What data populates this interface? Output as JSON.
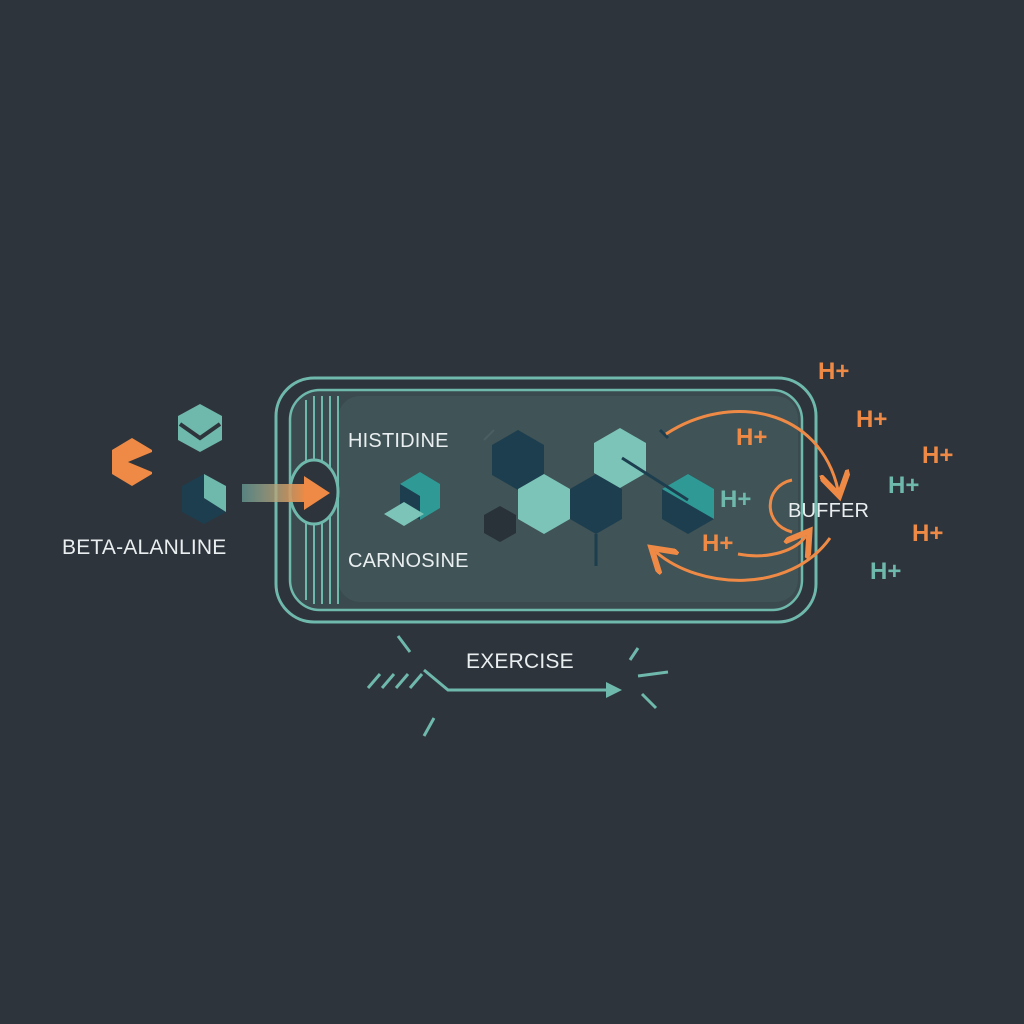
{
  "labels": {
    "beta_alanine": "BETA-ALANLINE",
    "histidine": "HISTIDINE",
    "carnosine": "CARNOSINE",
    "buffer": "BUFFER",
    "exercise": "EXERCISE"
  },
  "protons": [
    {
      "text": "H+",
      "color": "#ee8a45"
    },
    {
      "text": "H+",
      "color": "#ee8a45"
    },
    {
      "text": "H+",
      "color": "#ee8a45"
    },
    {
      "text": "H+",
      "color": "#ee8a45"
    },
    {
      "text": "H+",
      "color": "#ee8a45"
    },
    {
      "text": "H+",
      "color": "#ee8a45"
    },
    {
      "text": "H+",
      "color": "#6fb8ac"
    },
    {
      "text": "H+",
      "color": "#6fb8ac"
    },
    {
      "text": "H+",
      "color": "#6fb8ac"
    }
  ],
  "colors": {
    "background": "#2e343b",
    "orange": "#ee8a45",
    "teal_light": "#7cc4b8",
    "teal_mid": "#3a9a95",
    "navy": "#1c3e4f",
    "outline": "#6fb8ac"
  }
}
